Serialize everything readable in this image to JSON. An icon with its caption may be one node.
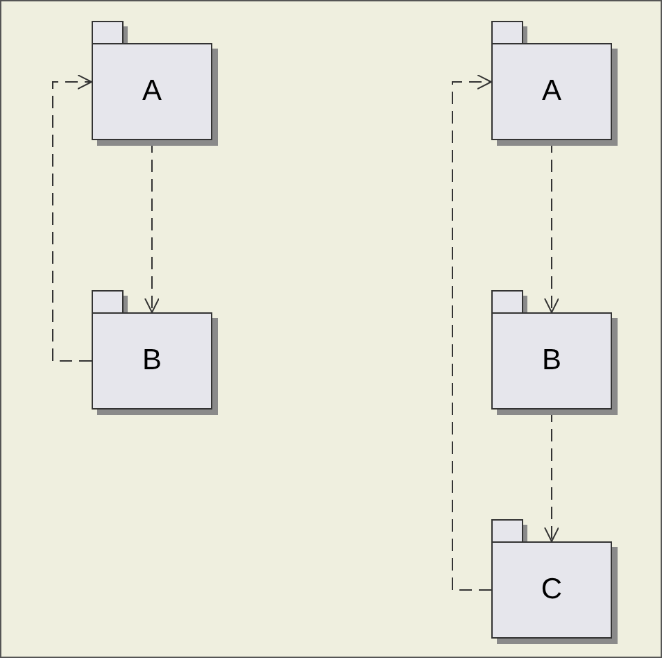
{
  "diagram": {
    "nodes": [
      {
        "text": [
          "A"
        ]
      },
      {
        "text": [
          "B"
        ]
      },
      {
        "text": [
          "A"
        ]
      },
      {
        "text": [
          "B"
        ]
      },
      {
        "text": [
          "C"
        ]
      }
    ],
    "edges": [
      {
        "from": 0,
        "to": 1,
        "arrow": "to",
        "style": "dashed"
      },
      {
        "from": 1,
        "to": 0,
        "arrow": "to",
        "style": "dashed"
      },
      {
        "from": 2,
        "to": 3,
        "arrow": "to",
        "style": "dashed"
      },
      {
        "from": 3,
        "to": 4,
        "arrow": "to",
        "style": "dashed"
      },
      {
        "from": 4,
        "to": 2,
        "arrow": "to",
        "style": "dashed"
      }
    ]
  }
}
